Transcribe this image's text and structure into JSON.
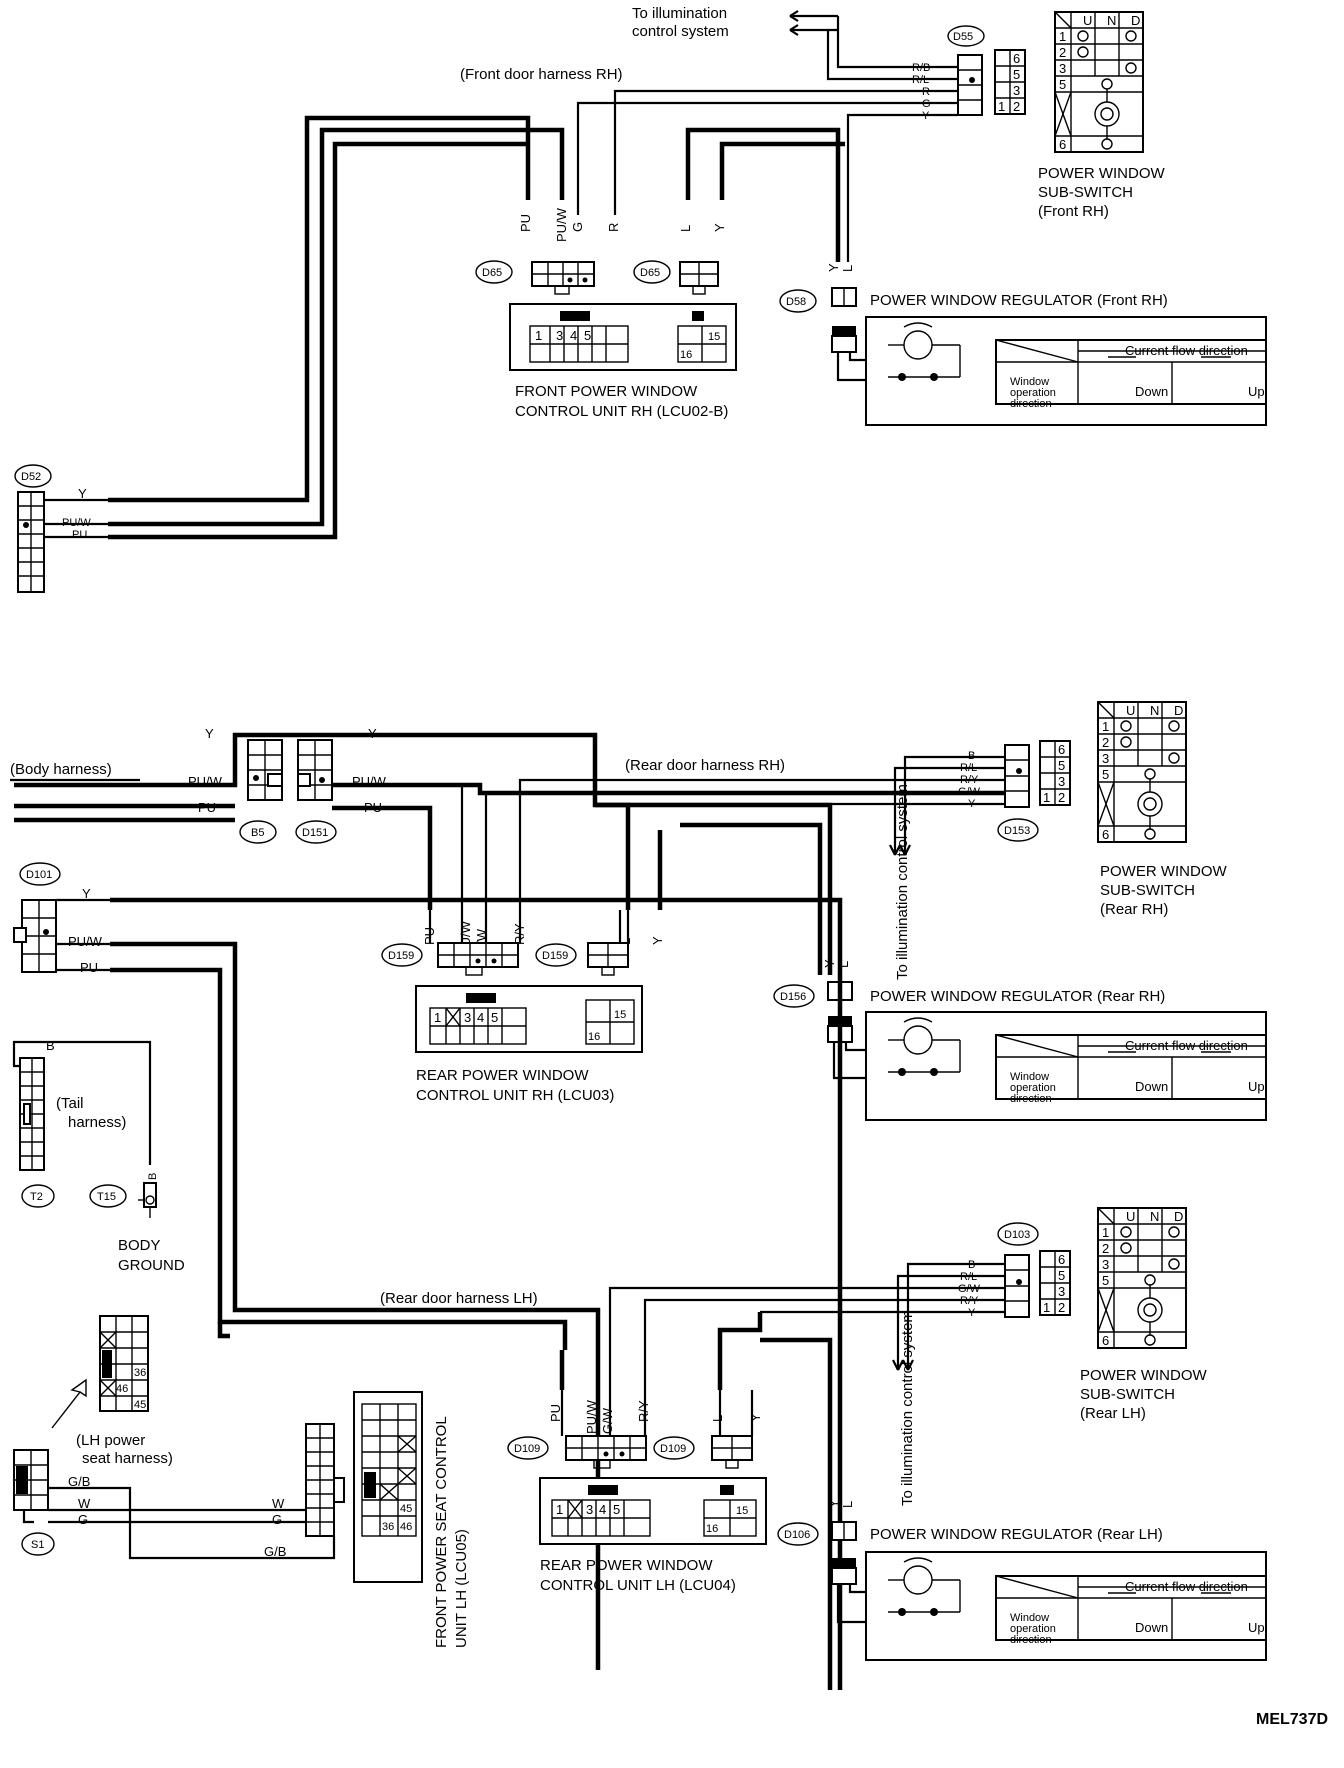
{
  "figure_code": "MEL737D",
  "illumination": {
    "top_line1": "To illumination",
    "top_line2": "control system",
    "vertical": "To illumination control system"
  },
  "harness": {
    "front_door_rh": "(Front door harness RH)",
    "rear_door_rh": "(Rear door harness RH)",
    "rear_door_lh": "(Rear door harness LH)",
    "body": "(Body harness)",
    "tail_1": "(Tail",
    "tail_2": "harness)",
    "lh_seat_1": "(LH power",
    "lh_seat_2": "seat harness)"
  },
  "connectors": {
    "D55": "D55",
    "D65": "D65",
    "D58": "D58",
    "D52": "D52",
    "B5": "B5",
    "D151": "D151",
    "D153": "D153",
    "D159": "D159",
    "D156": "D156",
    "D101": "D101",
    "T2": "T2",
    "T15": "T15",
    "S1": "S1",
    "D103": "D103",
    "D109": "D109",
    "D106": "D106"
  },
  "wires": {
    "PU": "PU",
    "PU_W": "PU/W",
    "G": "G",
    "R": "R",
    "L": "L",
    "Y": "Y",
    "R_B": "R/B",
    "R_L": "R/L",
    "B": "B",
    "R_Y": "R/Y",
    "G_W": "G/W",
    "G_B": "G/B",
    "W": "W"
  },
  "switch_table": {
    "headers": [
      "U",
      "N",
      "D"
    ],
    "rows": [
      "1",
      "2",
      "3",
      "5",
      "6"
    ]
  },
  "sub_switch": {
    "title": "POWER WINDOW",
    "subtitle": "SUB-SWITCH",
    "front_rh": "(Front RH)",
    "rear_rh": "(Rear RH)",
    "rear_lh": "(Rear LH)"
  },
  "regulators": {
    "front_rh": "POWER WINDOW REGULATOR (Front RH)",
    "rear_rh": "POWER WINDOW REGULATOR (Rear RH)",
    "rear_lh": "POWER WINDOW REGULATOR (Rear LH)"
  },
  "flow_table": {
    "header": "Current flow direction",
    "row_1": "Window",
    "row_2": "operation",
    "row_3": "direction",
    "down": "Down",
    "up": "Up"
  },
  "control_units": {
    "front_rh_1": "FRONT POWER WINDOW",
    "front_rh_2": "CONTROL UNIT RH (LCU02-B)",
    "rear_rh_1": "REAR POWER WINDOW",
    "rear_rh_2": "CONTROL UNIT RH (LCU03)",
    "rear_lh_1": "REAR POWER WINDOW",
    "rear_lh_2": "CONTROL UNIT LH (LCU04)",
    "seat_lh_1": "FRONT POWER SEAT CONTROL",
    "seat_lh_2": "UNIT LH (LCU05)"
  },
  "pins": {
    "p1": "1",
    "p2": "2",
    "p3": "3",
    "p4": "4",
    "p5": "5",
    "p6": "6",
    "p15": "15",
    "p16": "16",
    "p36": "36",
    "p45": "45",
    "p46": "46"
  },
  "ground": {
    "line1": "BODY",
    "line2": "GROUND"
  }
}
